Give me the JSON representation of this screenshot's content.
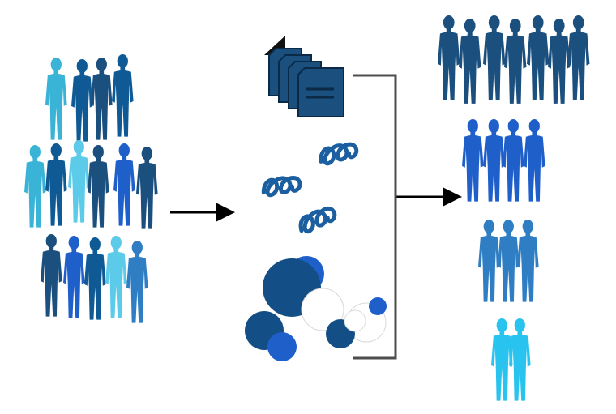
{
  "colors": {
    "navy": "#1b4f7e",
    "dark_blue": "#0f5a95",
    "royal_blue": "#1f5fc9",
    "mid_blue": "#2f7ec4",
    "light_blue": "#3ab4d6",
    "pale_blue": "#5ccbea",
    "sky_blue": "#28c3ee",
    "arrow": "#000000",
    "bracket": "#4d4d4d",
    "white_circle": "#ffffff"
  },
  "icons": {
    "crowd": "person-silhouette-icon",
    "documents": "document-stack-icon",
    "molecules": "dna-molecule-icon",
    "cells": "cell-circles-icon",
    "arrow": "right-arrow-icon"
  },
  "groups": {
    "input_crowd": "mixed-population-crowd",
    "output_groups": [
      "subgroup-navy",
      "subgroup-royal-blue",
      "subgroup-mid-blue",
      "subgroup-light-blue"
    ]
  }
}
